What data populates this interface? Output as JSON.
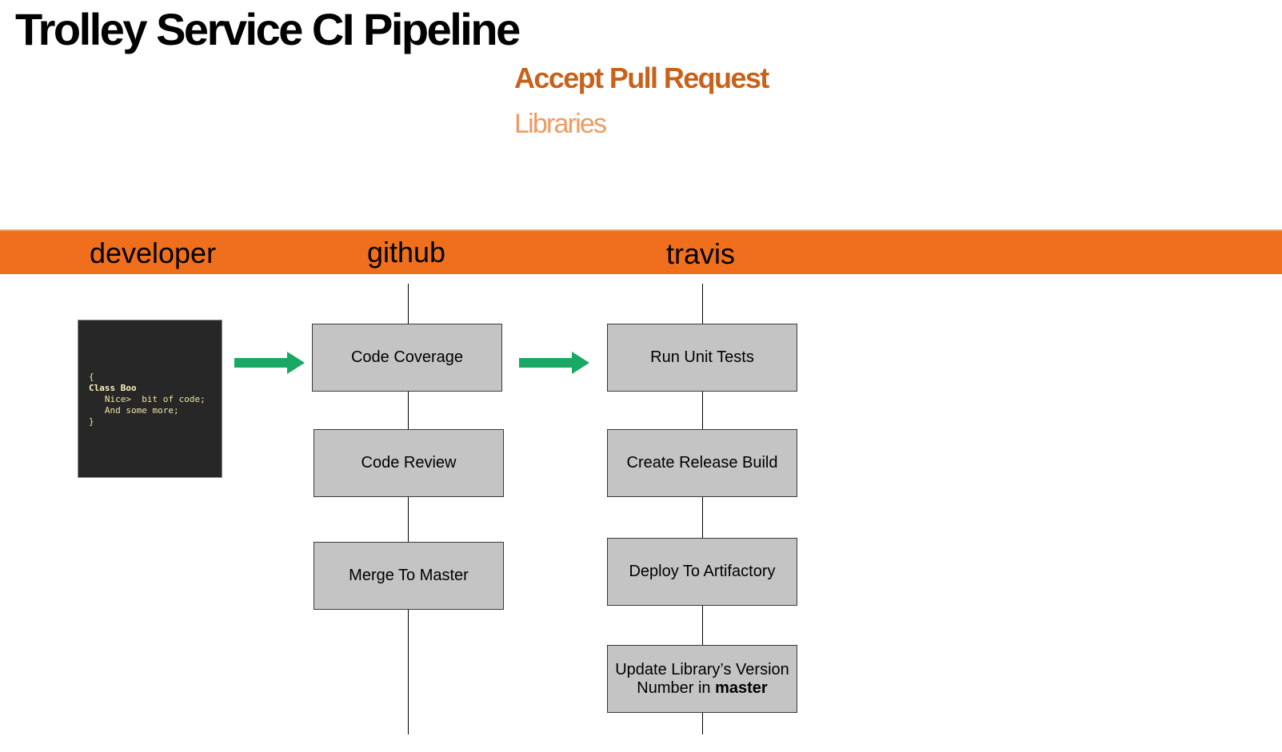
{
  "title": "Trolley Service CI Pipeline",
  "subtitle": "Accept Pull Request",
  "subheading": "Libraries",
  "lanes": [
    {
      "label": "developer"
    },
    {
      "label": "github"
    },
    {
      "label": "travis"
    }
  ],
  "code_snippet": {
    "line1": "{",
    "line2": "Class Boo",
    "line3": "   Nice>  bit of code;",
    "line4": "   And some more;",
    "line5": "}"
  },
  "github_steps": [
    {
      "label": "Code Coverage"
    },
    {
      "label": "Code Review"
    },
    {
      "label": "Merge To Master"
    }
  ],
  "travis_steps": [
    {
      "label": "Run Unit Tests"
    },
    {
      "label": "Create Release Build"
    },
    {
      "label": "Deploy To Artifactory"
    },
    {
      "label_line1": "Update Library’s Version",
      "label_line2_prefix": "Number in ",
      "label_line2_bold": "master"
    }
  ],
  "colors": {
    "lane_bar": "#ef6f1d",
    "subtitle": "#c8621a",
    "subheading": "#ee9a62",
    "arrow": "#1aa865",
    "step_fill": "#c4c4c4",
    "code_bg": "#272727"
  },
  "icons": {
    "flow_arrow": "right-arrow-icon"
  }
}
